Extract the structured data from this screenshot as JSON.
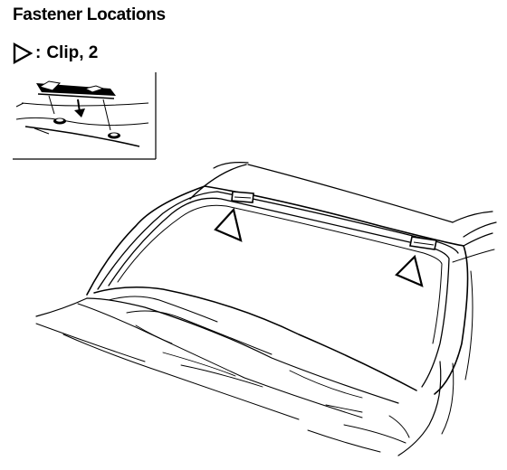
{
  "title": "Fastener Locations",
  "legend": {
    "symbol": "triangle-outline",
    "colon": ":",
    "label": "Clip, 2"
  },
  "colors": {
    "line": "#000000",
    "background": "#ffffff"
  }
}
